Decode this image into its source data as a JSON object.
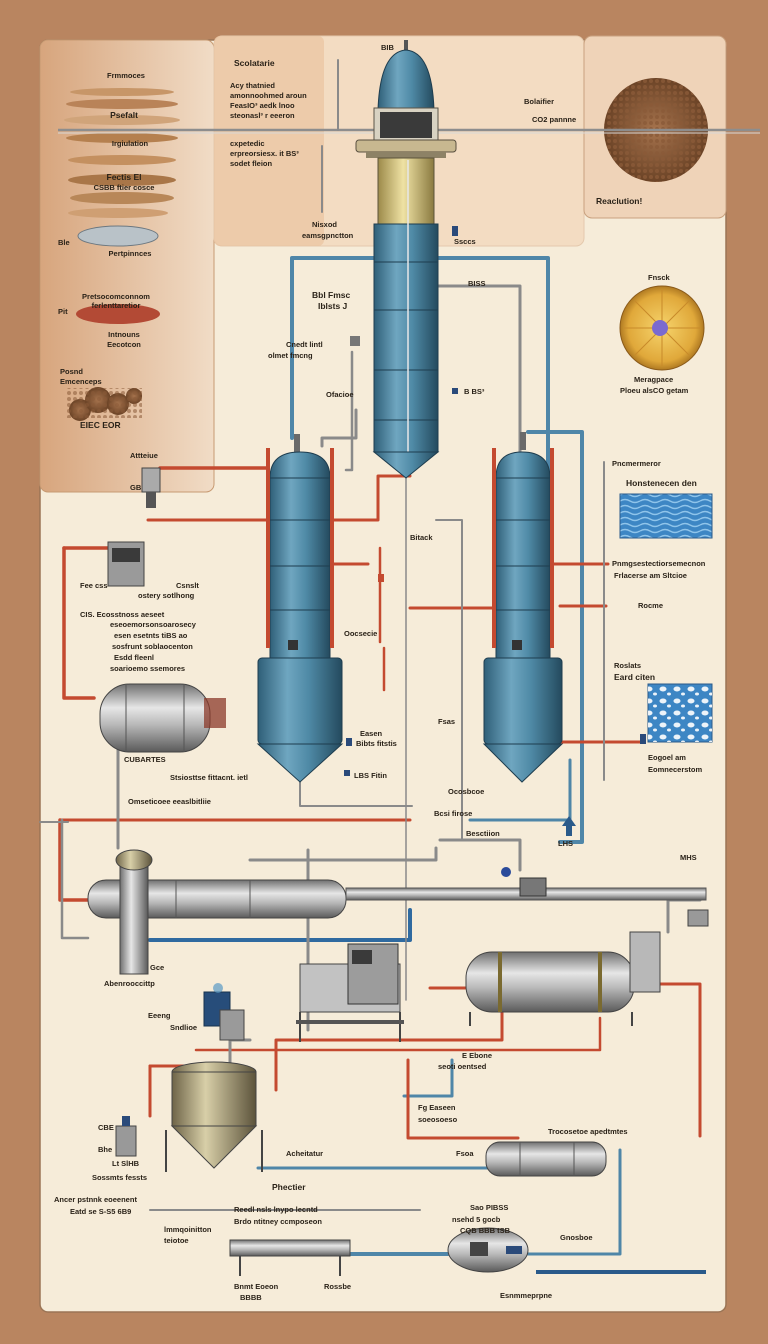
{
  "colors": {
    "background": "#b98560",
    "panel": "#f6ecd9",
    "vessel_blue": "#4f8aa6",
    "vessel_blue_dark": "#2f5f78",
    "pipe_red": "#c44a30",
    "pipe_blue": "#4f86a8",
    "pipe_gray": "#8a8a8a"
  },
  "top_left_panel": {
    "labels": [
      "Frmmoces",
      "Psefalt",
      "Irgiulation",
      "Fectis El",
      "CSBB ftier cosce",
      "Pertpinnces",
      "Ble",
      "Pretsocomconnom",
      "ferlenttaretior",
      "Pit",
      "Intnouns",
      "Eecotcon",
      "Posnd",
      "Emcenceps",
      "EIEC EOR",
      "Attteiue",
      "GB"
    ]
  },
  "top_center_notes": {
    "title": "Scolatarie",
    "lines": [
      "Acy thatnied",
      "amonnoohmed aroun",
      "FeasIO³ aedk lnoo",
      "steonasl³ r eeeron",
      "cxpetedic",
      "erpreorsiesx. it BS³",
      "sodet fleion"
    ],
    "tag": "BIB",
    "sub_lines": [
      "Nisxod",
      "eamsgpnctton"
    ]
  },
  "top_right_panel": {
    "label_line1": "Bolaifier",
    "label_line2": "CO2 pannne",
    "caption": "Reaclution!"
  },
  "column_labels": {
    "a": "Ssccs",
    "b": "BISS",
    "c": "Bbl Fmsc",
    "d": "Iblsts J",
    "e": "Cnedt lintl",
    "f": "olmet fmcng",
    "g": "Ofacioe",
    "h": "B BS³",
    "i": "Bitack"
  },
  "right_side": {
    "finish": "Fnsck",
    "caption1": "Meragpace",
    "caption2": "Ploeu alsCO getam",
    "header1": "Pncmermeror",
    "header2": "Honstenecen den",
    "text1": "Pnmgsestectiorsemecnon",
    "text2": "Frlacerse am Sltcioe",
    "text3": "Rocme",
    "text4": "Roslats",
    "text5": "Eard citen",
    "text6": "Eogoel am",
    "text7": "Eomnecerstom",
    "text8": "MHS",
    "text9": "LHS"
  },
  "left_mid": {
    "t1": "Fee css",
    "t2": "Csnslt",
    "t3": "ostery sotlhong",
    "t4": "CIS. Ecosstnoss aeseet",
    "t5": "eseoemorsonsoarosecy",
    "t6": "esen esetnts tiBS ao",
    "t7": "sosfrunt soblaocenton",
    "t8": "Esdd fleenl",
    "t9": "soarioemo ssemores",
    "tank": "CUBARTES",
    "t10": "Stsiosttse fittacnt. ietl",
    "t11": "Omseticoee eeaslbitliie"
  },
  "center_labels": {
    "c1": "Oocsecie",
    "c2": "Fsas",
    "c3": "Easen",
    "c4": "Bibts fitstis",
    "c5": "LBS Fitin",
    "c6": "Ocosbcoe",
    "c7": "Bcsi firose",
    "c8": "Besctiion"
  },
  "bottom": {
    "b1": "Gce",
    "b2": "Abenrooccittp",
    "b3": "Eeeng",
    "b4": "Sndlioe",
    "b5": "E Ebone",
    "b6": "seoti oentsed",
    "b7": "Fg Easeen",
    "b8": "soeosoeso",
    "b9": "Trocosetoe apedtmtes",
    "b10": "Fsoa",
    "b11": "CBE",
    "b12": "Bhe",
    "b13": "Lt SlHB",
    "b14": "Sossmts fessts",
    "b15": "Acheitatur",
    "b16": "Phectier",
    "b17": "Ancer pstnnk eoeenent",
    "b18": "Eatd se S-S5 6B9",
    "b19": "Reedl nsls lnypo lecntd",
    "b20": "Brdo ntitney ccmposeon",
    "b21": "lmmqoinitton",
    "b22": "teiotoe",
    "b23": "Sao PIBSS",
    "b24": "nsehd 5 gocb",
    "b25": "CQB BBB tSB",
    "b26": "Gnosboe",
    "b27": "Bnmt Eoeon",
    "b28": "BBBB",
    "b29": "Rossbe",
    "b30": "Esnmmeprpne"
  }
}
